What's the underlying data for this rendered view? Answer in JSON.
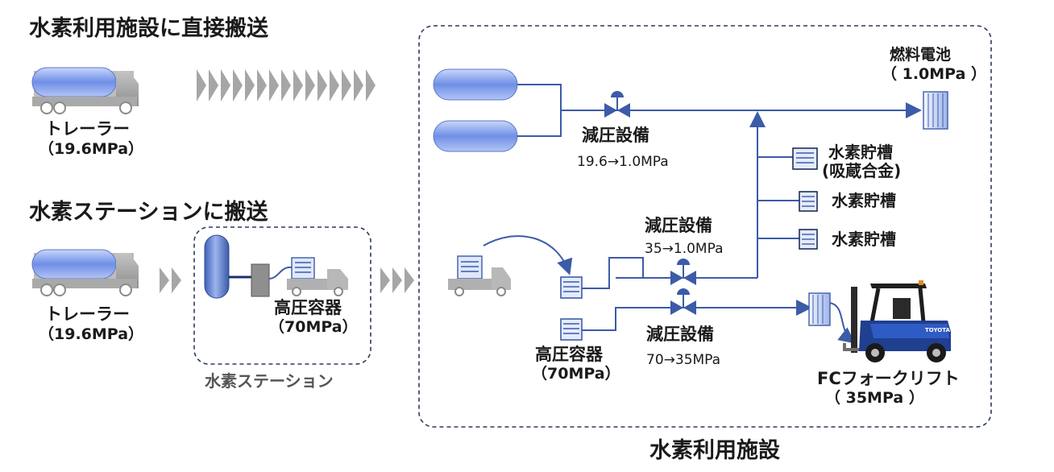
{
  "colors": {
    "pipe": "#3c5ba8",
    "tank_light": "#b8c8f4",
    "tank_dark": "#5d7fe0",
    "tank_stroke": "#5b78c8",
    "truck_gray": "#9a9a9a",
    "arrow_gray": "#a6a6a6",
    "box_stroke": "#2c3a5a"
  },
  "headings": {
    "direct": "水素利用施設に直接搬送",
    "station": "水素ステーションに搬送",
    "facility": "水素利用施設"
  },
  "trucks": {
    "top": {
      "name": "トレーラー",
      "pressure": "（19.6MPa）"
    },
    "bottom": {
      "name": "トレーラー",
      "pressure": "（19.6MPa）"
    }
  },
  "station": {
    "container_name": "高圧容器",
    "container_pressure": "（70MPa）",
    "caption": "水素ステーション"
  },
  "facility": {
    "fuel_cell": {
      "name": "燃料電池",
      "pressure": "（ 1.0MPa ）"
    },
    "reducer_1": {
      "name": "減圧設備",
      "range": "19.6→1.0MPa"
    },
    "reducer_2": {
      "name": "減圧設備",
      "range": "35→1.0MPa"
    },
    "reducer_3": {
      "name": "減圧設備",
      "range": "70→35MPa"
    },
    "storage_alloy": {
      "name": "水素貯槽",
      "sub": "(吸蔵合金)"
    },
    "storage_2": {
      "name": "水素貯槽"
    },
    "storage_3": {
      "name": "水素貯槽"
    },
    "container": {
      "name": "高圧容器",
      "pressure": "（70MPa）"
    },
    "forklift": {
      "name": "FCフォークリフト",
      "pressure": "（ 35MPa ）",
      "brand": "TOYOTA"
    }
  }
}
